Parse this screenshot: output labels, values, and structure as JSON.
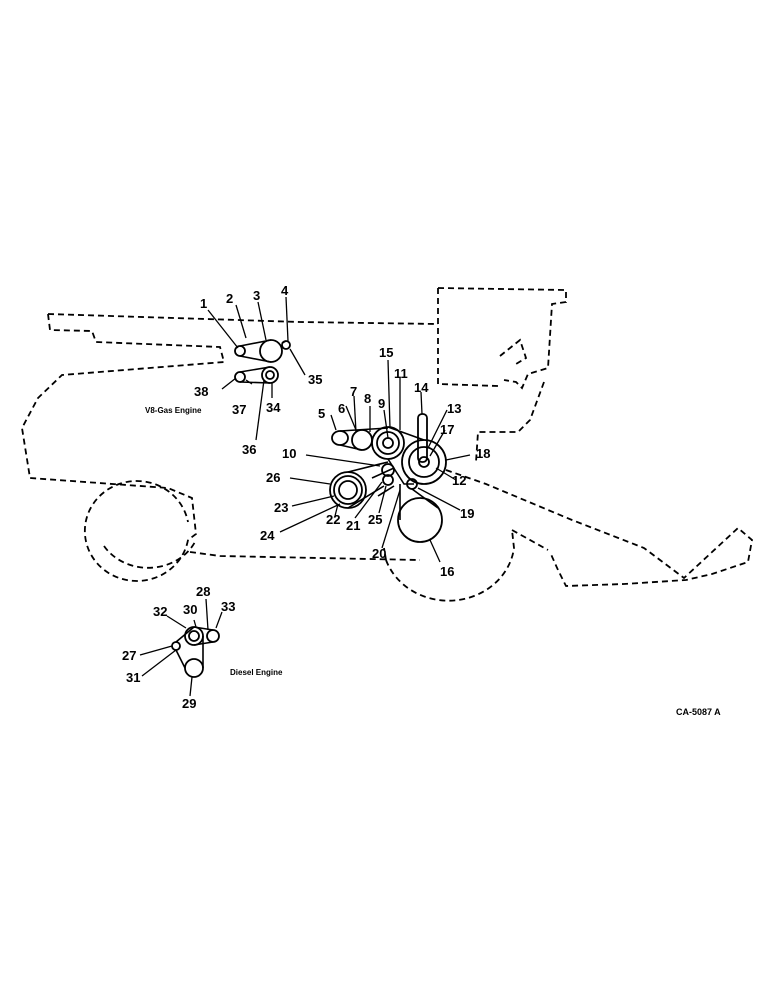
{
  "captions": {
    "v8_engine": "V8-Gas Engine",
    "diesel_engine": "Diesel Engine"
  },
  "figure_code": "CA-5087 A",
  "callouts": [
    "1",
    "2",
    "3",
    "4",
    "5",
    "6",
    "7",
    "8",
    "9",
    "10",
    "11",
    "12",
    "13",
    "14",
    "15",
    "16",
    "17",
    "18",
    "19",
    "20",
    "21",
    "22",
    "23",
    "24",
    "25",
    "26",
    "27",
    "28",
    "29",
    "30",
    "31",
    "32",
    "33",
    "34",
    "35",
    "36",
    "37",
    "38"
  ]
}
